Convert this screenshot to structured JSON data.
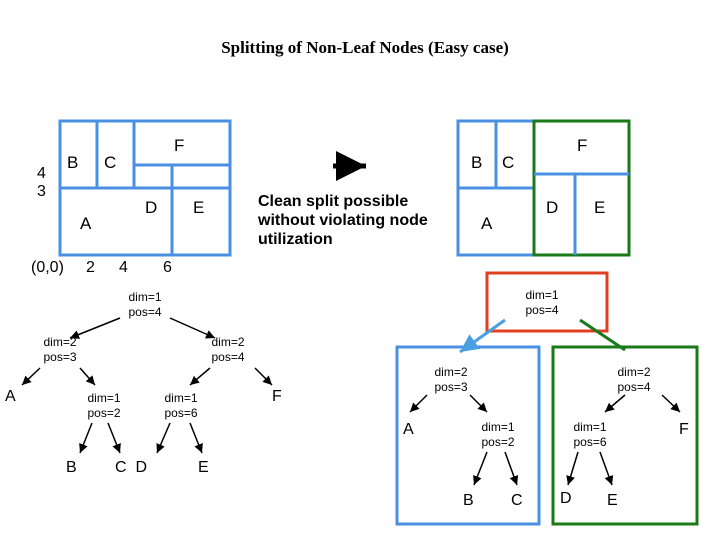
{
  "title": "Splitting of Non-Leaf Nodes (Easy case)",
  "left_partition": {
    "regions": {
      "A": "A",
      "B": "B",
      "C": "C",
      "D": "D",
      "E": "E",
      "F": "F"
    },
    "y_ticks": [
      "4",
      "3"
    ],
    "x_ticks": [
      "(0,0)",
      "2",
      "4",
      "6"
    ]
  },
  "right_partition": {
    "regions": {
      "A": "A",
      "B": "B",
      "C": "C",
      "D": "D",
      "E": "E",
      "F": "F"
    }
  },
  "note": "Clean split possible without violating node utilization",
  "left_tree": {
    "root": "dim=1\npos=4",
    "left": "dim=2\npos=3",
    "right": "dim=2\npos=4",
    "left_child": "dim=1\npos=2",
    "right_child": "dim=1\npos=6",
    "leaves": {
      "A": "A",
      "B": "B",
      "CD": "C  D",
      "E": "E",
      "F": "F"
    }
  },
  "right_tree": {
    "root": "dim=1\npos=4",
    "left": "dim=2\npos=3",
    "right": "dim=2\npos=4",
    "left_child": "dim=1\npos=2",
    "right_child": "dim=1\npos=6",
    "leaves": {
      "A": "A",
      "B": "B",
      "C": "C",
      "D": "D",
      "E": "E",
      "F": "F"
    }
  },
  "colors": {
    "blue": "#4a90e2",
    "green": "#1a7a1a",
    "red": "#e04020",
    "arrow_blue": "#4aa0e0"
  }
}
